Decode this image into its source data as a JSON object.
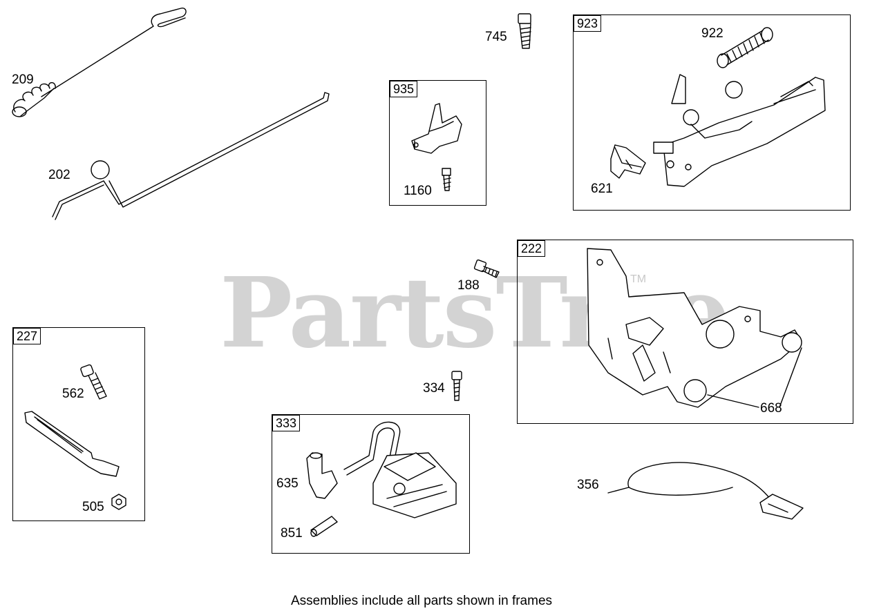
{
  "watermark": "PartsTree",
  "trademark": "TM",
  "caption": "Assemblies include all parts shown in frames",
  "frames": {
    "f935": "935",
    "f923": "923",
    "f222": "222",
    "f227": "227",
    "f333": "333"
  },
  "parts": {
    "p209": "209",
    "p202": "202",
    "p745": "745",
    "p1160": "1160",
    "p922": "922",
    "p621": "621",
    "p188": "188",
    "p668": "668",
    "p562": "562",
    "p505": "505",
    "p334": "334",
    "p635": "635",
    "p851": "851",
    "p356": "356"
  }
}
